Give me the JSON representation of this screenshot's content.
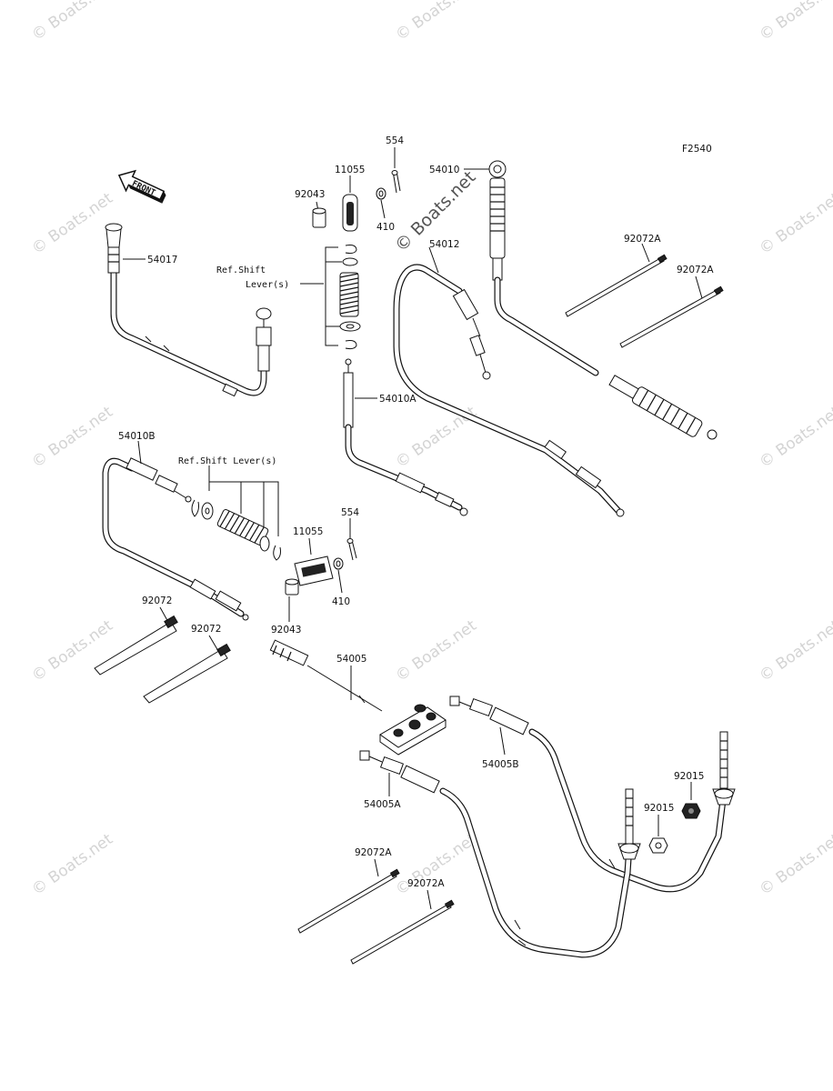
{
  "figure_code": "F2540",
  "front_arrow_text": "FRONT",
  "watermark_text": "© Boats.net",
  "center_watermark_text": "© Boats.net",
  "labels": {
    "p554_top": "554",
    "p11055_top": "11055",
    "p92043_top": "92043",
    "p410_top": "410",
    "p54010": "54010",
    "p54012": "54012",
    "p54017": "54017",
    "ref_shift_top_1": "Ref.Shift",
    "ref_shift_top_2": "Lever(s)",
    "p92072A_1": "92072A",
    "p92072A_2": "92072A",
    "p54010A": "54010A",
    "p54010B": "54010B",
    "ref_shift_mid": "Ref.Shift Lever(s)",
    "p554_mid": "554",
    "p11055_mid": "11055",
    "p410_mid": "410",
    "p92043_mid": "92043",
    "p92072_1": "92072",
    "p92072_2": "92072",
    "p54005": "54005",
    "p54005B": "54005B",
    "p54005A": "54005A",
    "p92015_1": "92015",
    "p92015_2": "92015",
    "p92072A_3": "92072A",
    "p92072A_4": "92072A"
  }
}
